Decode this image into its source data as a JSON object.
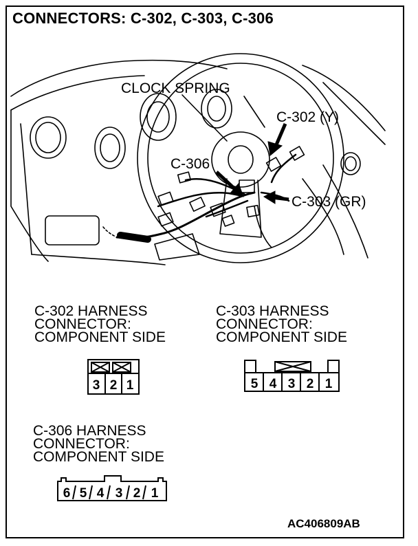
{
  "title": "CONNECTORS: C-302, C-303, C-306",
  "illustration": {
    "labels": {
      "clock_spring": "CLOCK SPRING",
      "c302": "C-302 (Y)",
      "c306": "C-306",
      "c303": "C-303 (GR)"
    }
  },
  "connectors": {
    "c302": {
      "header": [
        "C-302 HARNESS",
        "CONNECTOR:",
        "COMPONENT SIDE"
      ],
      "pins": [
        "3",
        "2",
        "1"
      ]
    },
    "c303": {
      "header": [
        "C-303 HARNESS",
        "CONNECTOR:",
        "COMPONENT SIDE"
      ],
      "pins": [
        "5",
        "4",
        "3",
        "2",
        "1"
      ]
    },
    "c306": {
      "header": [
        "C-306 HARNESS",
        "CONNECTOR:",
        "COMPONENT SIDE"
      ],
      "pins": [
        "6",
        "5",
        "4",
        "3",
        "2",
        "1"
      ]
    }
  },
  "figure_id": "AC406809AB"
}
